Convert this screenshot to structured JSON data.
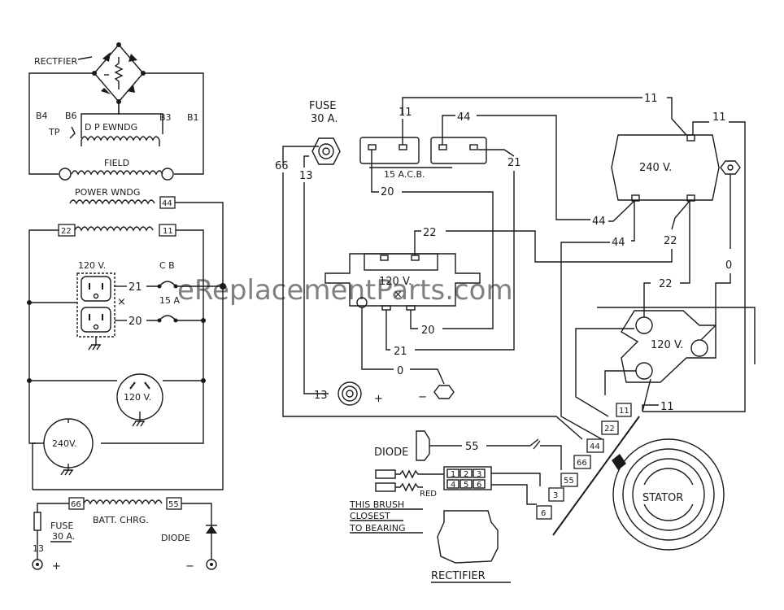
{
  "watermark": "eReplacementParts.com",
  "schematic": {
    "rectifier": "RECTFIER",
    "b4": "B4",
    "b6": "B6",
    "b3": "B3",
    "b1": "B1",
    "tp": "TP",
    "dp_ewndg": "D P EWNDG",
    "field": "FIELD",
    "power_wndg": "POWER WNDG",
    "t44": "44",
    "t22": "22",
    "t11": "11",
    "v120a": "120 V.",
    "cb": "C B",
    "w21": "21",
    "w20": "20",
    "amp15": "15 A",
    "v120b": "120 V.",
    "v240": "240V.",
    "t66": "66",
    "t55": "55",
    "batt_chrg": "BATT. CHRG.",
    "fuse": "FUSE",
    "fuse_amp": "30 A.",
    "t13": "13",
    "plus": "+",
    "diode": "DIODE",
    "minus": "−"
  },
  "wiring": {
    "fuse": "FUSE",
    "fuse_amp": "30 A.",
    "w66": "66",
    "w13": "13",
    "w11_top": "11",
    "w44_top": "44",
    "w11_top2": "11",
    "cb15": "15 A.C.B.",
    "w20": "20",
    "w21": "21",
    "r240": "240 V.",
    "w44_a": "44",
    "w44_b": "44",
    "w22_a": "22",
    "w22_b": "22",
    "rec120": "120 V.",
    "w20_b": "20",
    "w21_b": "21",
    "w0": "0",
    "w0_b": "0",
    "w13_b": "13",
    "plus": "+",
    "minus": "−",
    "w22_c": "22",
    "r120b": "120 V.",
    "w11_b": "11",
    "diode": "DIODE",
    "w55": "55",
    "red": "RED",
    "term_nums": [
      "1",
      "2",
      "3",
      "4",
      "5",
      "6"
    ],
    "brush_note": [
      "THIS BRUSH",
      "CLOSEST",
      "TO BEARING"
    ],
    "rectifier": "RECTIFIER",
    "stator": "STATOR",
    "terminals": [
      "22",
      "11",
      "44",
      "66",
      "55",
      "3",
      "6"
    ]
  }
}
